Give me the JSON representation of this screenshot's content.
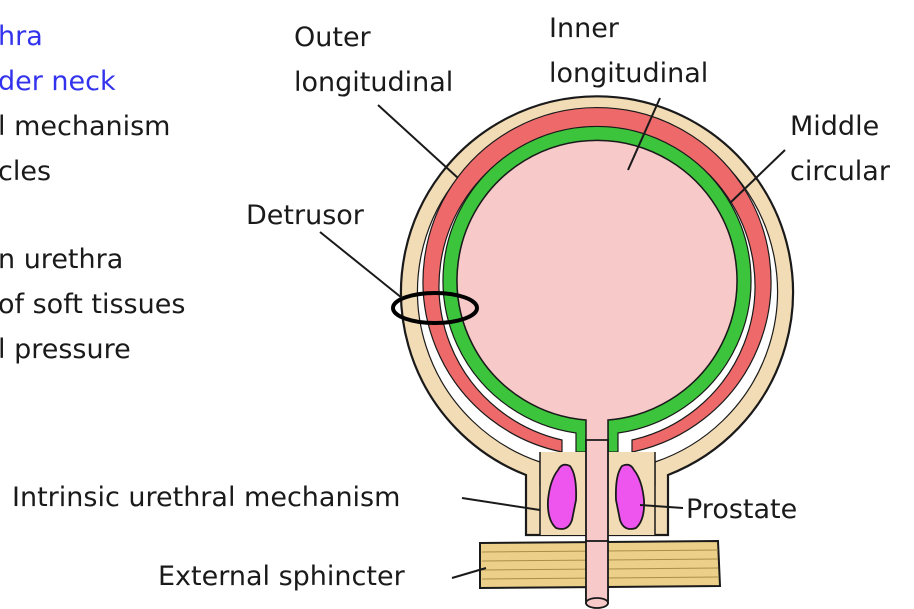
{
  "left_text": {
    "line1": "hra",
    "line2": "der neck",
    "line3": "l mechanism",
    "line4": "cles",
    "line5": "n urethra",
    "line6": "of soft tissues",
    "line7": "l pressure"
  },
  "labels": {
    "outer_longitudinal": [
      "Outer",
      "longitudinal"
    ],
    "inner_longitudinal": [
      "Inner",
      "longitudinal"
    ],
    "middle_circular": [
      "Middle",
      "circular"
    ],
    "detrusor": "Detrusor",
    "intrinsic_urethral_mechanism": "Intrinsic urethral mechanism",
    "prostate": "Prostate",
    "external_sphincter": "External sphincter"
  },
  "colors": {
    "blue_text": "#3333ee",
    "text": "#1a1a1a",
    "outer_layer": "#f2dcb6",
    "middle_layer": "#ee6a6a",
    "inner_layer": "#3cc43c",
    "lumen": "#f7c9c9",
    "prostate": "#ee55ee",
    "sphincter": "#ecd089",
    "outline": "#1a1a1a"
  }
}
